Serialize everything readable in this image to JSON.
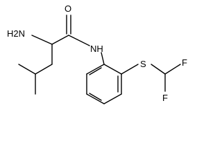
{
  "molecule": {
    "atom_labels": {
      "amine": "H2N",
      "carbonyl_oxygen": "O",
      "amide_nh": "NH",
      "sulfur": "S",
      "fluorine_upper": "F",
      "fluorine_lower": "F"
    }
  },
  "colors": {
    "bond": "#000000",
    "label": "#000000",
    "background": "#ffffff"
  }
}
